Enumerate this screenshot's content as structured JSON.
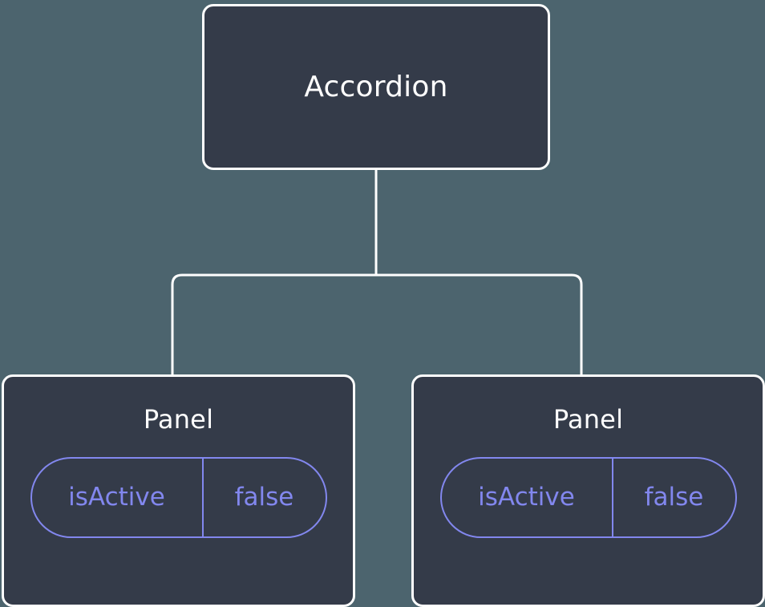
{
  "diagram": {
    "type": "component-tree",
    "background_color": "#4c646e",
    "node_fill_color": "#343b49",
    "node_border_color": "#ffffff",
    "connector_color": "#ffffff",
    "accent_color": "#8287ee",
    "root": {
      "label": "Accordion"
    },
    "children": [
      {
        "label": "Panel",
        "props": [
          {
            "key": "isActive",
            "value": "false"
          }
        ]
      },
      {
        "label": "Panel",
        "props": [
          {
            "key": "isActive",
            "value": "false"
          }
        ]
      }
    ],
    "edges": [
      {
        "from": "Accordion",
        "to": "Panel",
        "index": 0
      },
      {
        "from": "Accordion",
        "to": "Panel",
        "index": 1
      }
    ]
  }
}
